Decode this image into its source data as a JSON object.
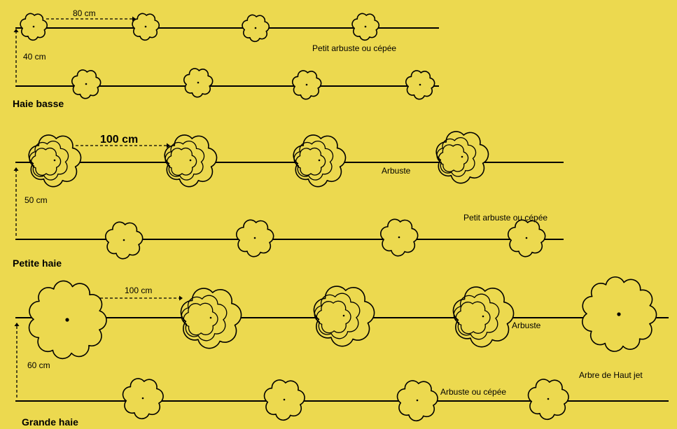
{
  "sections": [
    {
      "title": "Haie basse",
      "spacing_label": "80 cm",
      "row_gap_label": "40 cm",
      "plant_labels": [
        "Petit arbuste ou cépée"
      ]
    },
    {
      "title": "Petite haie",
      "spacing_label": "100 cm",
      "row_gap_label": "50 cm",
      "plant_labels": [
        "Arbuste",
        "Petit arbuste ou cépée"
      ]
    },
    {
      "title": "Grande haie",
      "spacing_label": "100 cm",
      "row_gap_label": "60 cm",
      "plant_labels": [
        "Arbuste",
        "Arbre de Haut jet",
        "Arbuste ou cépée"
      ]
    }
  ],
  "colors": {
    "background": "#ecd94f",
    "ink": "#000000"
  },
  "plant_types": [
    "small-shrub",
    "shrub",
    "tall-tree"
  ]
}
